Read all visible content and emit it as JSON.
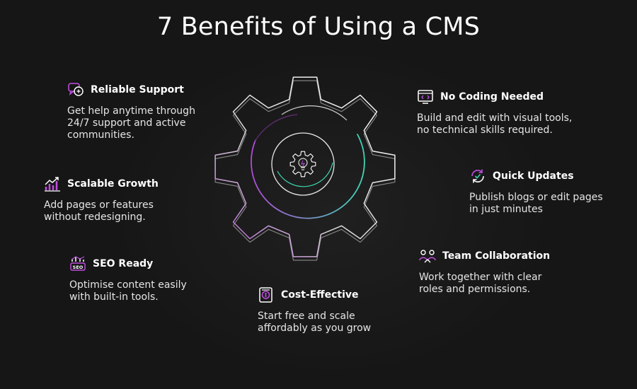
{
  "title": "7 Benefits of Using a CMS",
  "colors": {
    "background": "#161616",
    "gear_outline": "#ffffff",
    "gear_accent_purple": "#b04ad8",
    "gear_accent_teal": "#3fd6b4"
  },
  "benefits": [
    {
      "icon": "support-chat-icon",
      "label": "Reliable Support",
      "desc": "Get help anytime through\n24/7 support and active\ncommunities."
    },
    {
      "icon": "growth-chart-icon",
      "label": "Scalable Growth",
      "desc": "Add pages or features\nwithout redesigning."
    },
    {
      "icon": "seo-icon",
      "label": "SEO Ready",
      "desc": "Optimise content easily\nwith built-in tools."
    },
    {
      "icon": "money-wallet-icon",
      "label": "Cost-Effective",
      "desc": "Start free and scale\naffordably as you grow"
    },
    {
      "icon": "team-icon",
      "label": "Team Collaboration",
      "desc": "Work together with clear\nroles and permissions."
    },
    {
      "icon": "refresh-check-icon",
      "label": "Quick Updates",
      "desc": "Publish blogs or edit pages\nin just minutes"
    },
    {
      "icon": "code-monitor-icon",
      "label": "No Coding Needed",
      "desc": "Build and edit with visual tools,\nno technical skills required."
    }
  ],
  "seo_icon_text": "SEO"
}
